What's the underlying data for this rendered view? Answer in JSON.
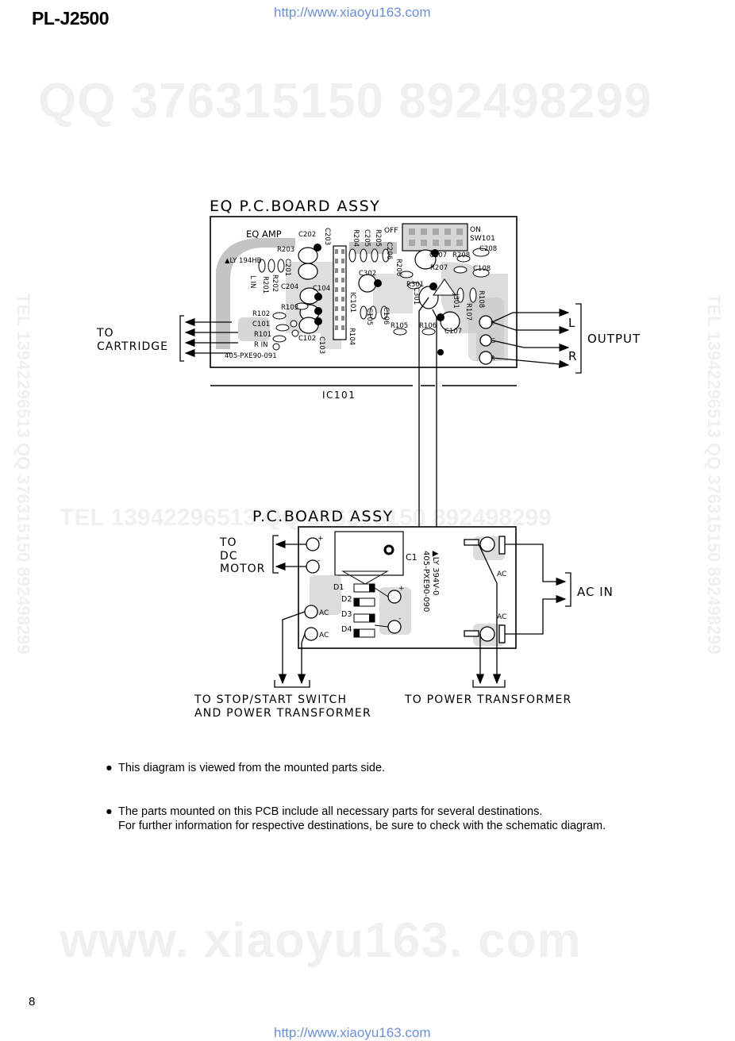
{
  "header": {
    "model": "PL-J2500",
    "url_top": "http://www.xiaoyu163.com",
    "url_bottom": "http://www.xiaoyu163.com"
  },
  "watermarks": {
    "qq_line": "QQ 376315150   892498299",
    "tel_line": "TEL 13942296513   QQ 376315150   892498299",
    "site_line": "www. xiaoyu163. com",
    "vertical_left": "TEL 13942296513  QQ 376315150  892498299",
    "vertical_right": "TEL 13942296513  QQ 376315150  892498299"
  },
  "eq_board": {
    "title": "EQ P.C.BOARD ASSY",
    "amp_label": "EQ AMP",
    "lot": "▲LY 194HB",
    "pcb_code": "405-PXE90-091",
    "switch_off": "OFF",
    "switch_on": "ON",
    "switch_ref": "SW101",
    "left_in": "L IN",
    "right_in": "R IN",
    "ic_label": "IC101",
    "components": [
      "C202",
      "R203",
      "C201",
      "R202",
      "R201",
      "C204",
      "C104",
      "R103",
      "R102",
      "C101",
      "R101",
      "C102",
      "C103",
      "C203",
      "R204",
      "C205",
      "R205",
      "C206",
      "R206",
      "C207",
      "R208",
      "C208",
      "R207",
      "C108",
      "C302",
      "R301",
      "C301",
      "IC101",
      "R104",
      "C105",
      "C106",
      "R105",
      "R106",
      "C107",
      "J301",
      "R108",
      "R107"
    ],
    "out_l": "L",
    "out_g": "G",
    "out_r": "R"
  },
  "labels": {
    "to_cartridge_1": "TO",
    "to_cartridge_2": "CARTRIDGE",
    "output": "OUTPUT",
    "out_l": "L",
    "out_r": "R",
    "ic101_below": "IC101"
  },
  "pc_board": {
    "title": "P.C.BOARD ASSY",
    "to_dc_1": "TO",
    "to_dc_2": "DC",
    "to_dc_3": "MOTOR",
    "c1": "C1",
    "pcb_code": "405-PXE90-090",
    "lot": "▲LY 394V-0",
    "d1": "D1",
    "d2": "D2",
    "d3": "D3",
    "d4": "D4",
    "ac": "AC",
    "ac_in": "AC  IN"
  },
  "bottom_labels": {
    "stop_start_1": "TO STOP/START SWITCH",
    "stop_start_2": "AND POWER TRANSFORMER",
    "to_power": "TO POWER TRANSFORMER"
  },
  "notes": [
    "This diagram is viewed from the mounted parts side.",
    "The parts mounted on this PCB include all necessary parts for several destinations.",
    "For further information for respective destinations, be sure to check with the schematic diagram."
  ],
  "page_number": "8"
}
